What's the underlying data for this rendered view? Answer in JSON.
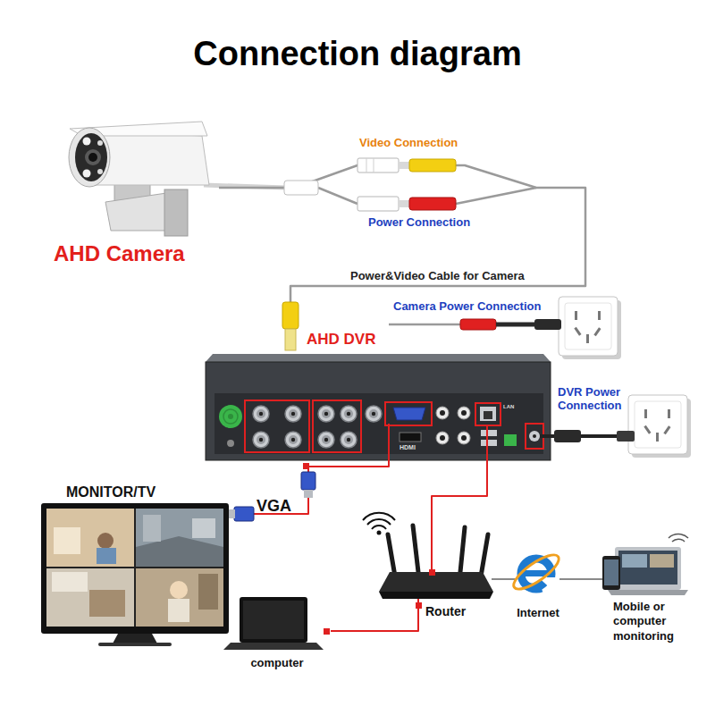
{
  "diagram": {
    "title": "Connection diagram",
    "nodes": [
      {
        "text": [
          "AHD Camera"
        ]
      },
      {
        "text": [
          "AHD DVR"
        ]
      },
      {
        "text": [
          "MONITOR/TV"
        ]
      },
      {
        "text": [
          "computer"
        ]
      },
      {
        "text": [
          "Router"
        ]
      },
      {
        "text": [
          "Internet"
        ]
      },
      {
        "text": [
          "Mobile or computer monitoring"
        ]
      }
    ],
    "edges": [
      {
        "from": 0,
        "to": 1,
        "label": "Power&Video Cable for Camera",
        "arrow": "none"
      },
      {
        "from": 1,
        "to": 2,
        "label": "VGA",
        "arrow": "none"
      },
      {
        "from": 1,
        "to": 4,
        "arrow": "none"
      },
      {
        "from": 4,
        "to": 3,
        "arrow": "none"
      },
      {
        "from": 4,
        "to": 5,
        "arrow": "none"
      },
      {
        "from": 5,
        "to": 6,
        "arrow": "none"
      }
    ],
    "labels": [
      "Video Connection",
      "Power Connection",
      "Camera Power Connection",
      "DVR Power Connection",
      "HDMI",
      "LAN"
    ]
  }
}
